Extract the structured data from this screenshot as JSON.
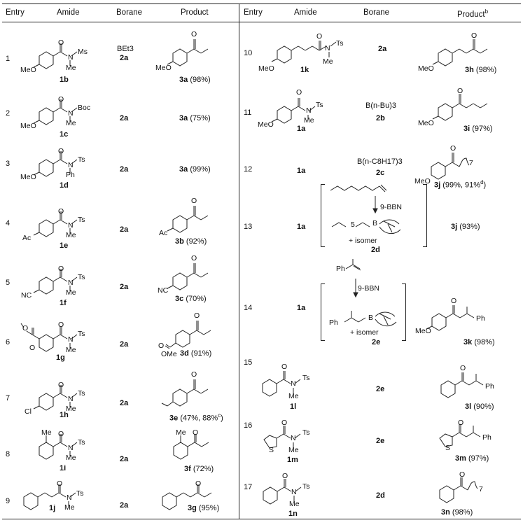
{
  "headers": {
    "left": [
      "Entry",
      "Amide",
      "Borane",
      "Product"
    ],
    "right": [
      "Entry",
      "Amide",
      "Borane",
      "Product",
      "b"
    ]
  },
  "left_rows": [
    {
      "entry": "1",
      "amide": "1b",
      "borane": "2a",
      "borane_formula": "BEt3",
      "product": "3a",
      "yield": "(98%)"
    },
    {
      "entry": "2",
      "amide": "1c",
      "borane": "2a",
      "product": "3a",
      "yield": "(75%)"
    },
    {
      "entry": "3",
      "amide": "1d",
      "borane": "2a",
      "product": "3a",
      "yield": "(99%)"
    },
    {
      "entry": "4",
      "amide": "1e",
      "borane": "2a",
      "product": "3b",
      "yield": "(92%)"
    },
    {
      "entry": "5",
      "amide": "1f",
      "borane": "2a",
      "product": "3c",
      "yield": "(70%)"
    },
    {
      "entry": "6",
      "amide": "1g",
      "borane": "2a",
      "product": "3d",
      "yield": "(91%)"
    },
    {
      "entry": "7",
      "amide": "1h",
      "borane": "2a",
      "product": "3e",
      "yield": "(47%, 88%",
      "yield_sup": "c",
      "yield_end": ")"
    },
    {
      "entry": "8",
      "amide": "1i",
      "borane": "2a",
      "product": "3f",
      "yield": "(72%)"
    },
    {
      "entry": "9",
      "amide": "1j",
      "borane": "2a",
      "product": "3g",
      "yield": "(95%)"
    }
  ],
  "right_rows": [
    {
      "entry": "10",
      "amide": "1k",
      "borane": "2a",
      "product": "3h",
      "yield": "(98%)"
    },
    {
      "entry": "11",
      "amide": "1a",
      "borane": "2b",
      "borane_formula": "B(n-Bu)3",
      "product": "3i",
      "yield": "(97%)"
    },
    {
      "entry": "12",
      "amide": "1a",
      "borane": "2c",
      "borane_formula": "B(n-C8H17)3",
      "product": "3j",
      "yield": "(99%, 91%",
      "yield_sup": "d",
      "yield_end": ")"
    },
    {
      "entry": "13",
      "amide": "1a",
      "borane": "2d",
      "reagent": "9-BBN",
      "isomer": "+ isomer",
      "subscript": "5",
      "product": "3j",
      "yield": "(93%)"
    },
    {
      "entry": "14",
      "amide": "1a",
      "borane": "2e",
      "reagent": "9-BBN",
      "isomer": "+ isomer",
      "product": "3k",
      "yield": "(98%)"
    },
    {
      "entry": "15",
      "amide": "1l",
      "borane": "2e",
      "product": "3l",
      "yield": "(90%)"
    },
    {
      "entry": "16",
      "amide": "1m",
      "borane": "2e",
      "product": "3m",
      "yield": "(97%)"
    },
    {
      "entry": "17",
      "amide": "1n",
      "borane": "2d",
      "product": "3n",
      "yield": "(98%)"
    }
  ],
  "atom_labels": {
    "O": "O",
    "N": "N",
    "Ms": "Ms",
    "Me": "Me",
    "MeO": "MeO",
    "Boc": "Boc",
    "Ts": "Ts",
    "Ph": "Ph",
    "Ac": "Ac",
    "NC": "NC",
    "Cl": "Cl",
    "S": "S",
    "B": "B",
    "OMe": "OMe",
    "n7": "7"
  }
}
